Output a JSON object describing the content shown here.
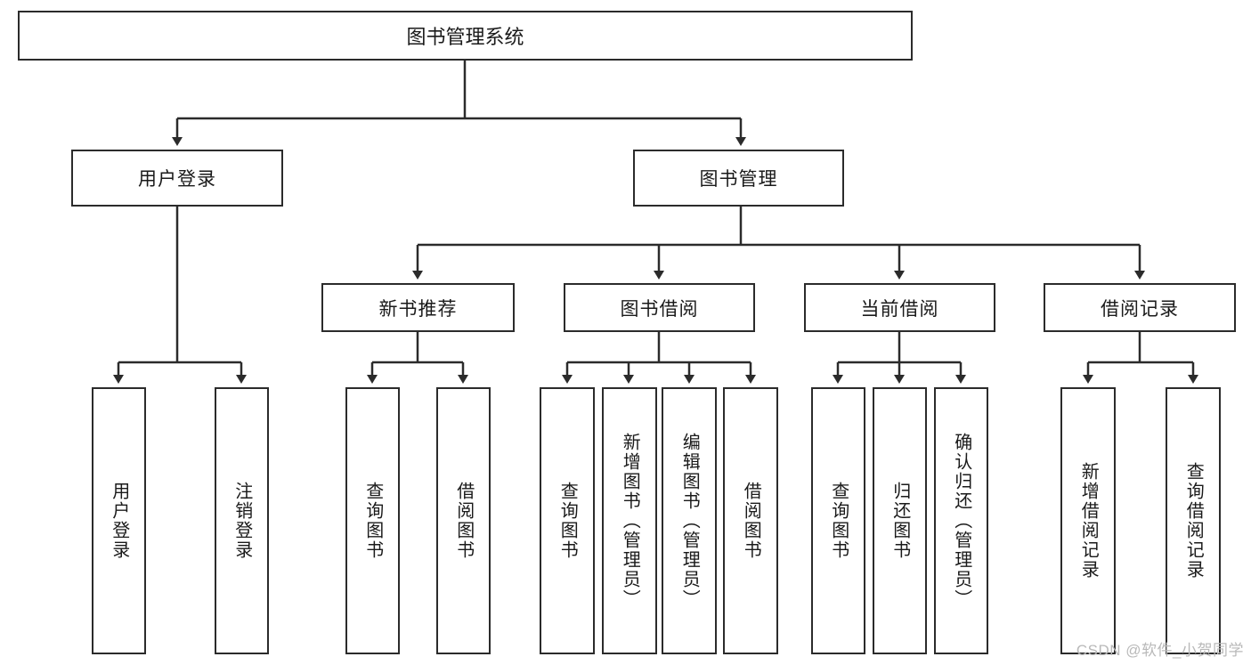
{
  "diagram": {
    "title": "图书管理系统",
    "type": "hierarchy-tree",
    "watermark": "CSDN @软件_小贺同学",
    "root": {
      "label": "图书管理系统"
    },
    "level2": [
      {
        "label": "用户登录"
      },
      {
        "label": "图书管理"
      }
    ],
    "level3": [
      {
        "label": "新书推荐"
      },
      {
        "label": "图书借阅"
      },
      {
        "label": "当前借阅"
      },
      {
        "label": "借阅记录"
      }
    ],
    "leaves": {
      "user_login": [
        {
          "label": "用户登录"
        },
        {
          "label": "注销登录"
        }
      ],
      "new_book_recommend": [
        {
          "label": "查询图书"
        },
        {
          "label": "借阅图书"
        }
      ],
      "book_borrow": [
        {
          "label": "查询图书"
        },
        {
          "label": "新增图书（管理员）"
        },
        {
          "label": "编辑图书（管理员）"
        },
        {
          "label": "借阅图书"
        }
      ],
      "current_borrow": [
        {
          "label": "查询图书"
        },
        {
          "label": "归还图书"
        },
        {
          "label": "确认归还（管理员）"
        }
      ],
      "borrow_record": [
        {
          "label": "新增借阅记录"
        },
        {
          "label": "查询借阅记录"
        }
      ]
    }
  },
  "colors": {
    "stroke": "#2b2b2b",
    "fill": "#ffffff",
    "text": "#1a1a1a",
    "watermark": "#b9b9b9"
  }
}
